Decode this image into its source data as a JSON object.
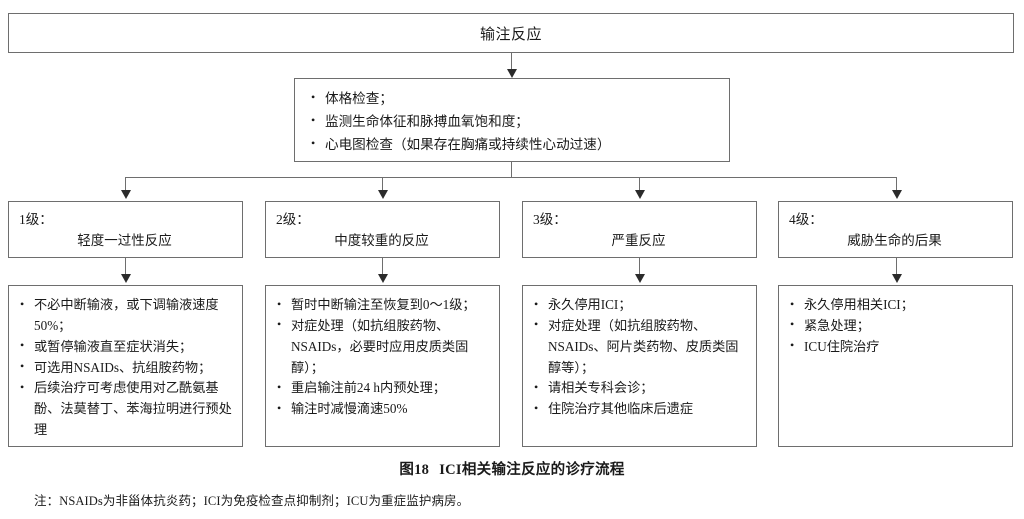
{
  "figure": {
    "root": {
      "title": "输注反应"
    },
    "assessment": {
      "items": [
        "体格检查；",
        "监测生命体征和脉搏血氧饱和度；",
        "心电图检查（如果存在胸痛或持续性心动过速）"
      ]
    },
    "grades": [
      {
        "label": "1级：",
        "desc": "轻度一过性反应"
      },
      {
        "label": "2级：",
        "desc": "中度较重的反应"
      },
      {
        "label": "3级：",
        "desc": "严重反应"
      },
      {
        "label": "4级：",
        "desc": "威胁生命的后果"
      }
    ],
    "details": [
      {
        "items": [
          "不必中断输液，或下调输液速度50%；",
          "或暂停输液直至症状消失；",
          "可选用NSAIDs、抗组胺药物；",
          "后续治疗可考虑使用对乙酰氨基酚、法莫替丁、苯海拉明进行预处理"
        ]
      },
      {
        "items": [
          "暂时中断输注至恢复到0～1级；",
          "对症处理（如抗组胺药物、NSAIDs，必要时应用皮质类固醇）；",
          "重启输注前24 h内预处理；",
          "输注时减慢滴速50%"
        ]
      },
      {
        "items": [
          "永久停用ICI；",
          "对症处理（如抗组胺药物、NSAIDs、阿片类药物、皮质类固醇等）；",
          "请相关专科会诊；",
          "住院治疗其他临床后遗症"
        ]
      },
      {
        "items": [
          "永久停用相关ICI；",
          "紧急处理；",
          "ICU住院治疗"
        ]
      }
    ],
    "caption": {
      "number": "图18",
      "text": "ICI相关输注反应的诊疗流程"
    },
    "footnote": "注：NSAIDs为非甾体抗炎药；ICI为免疫检查点抑制剂；ICU为重症监护病房。"
  },
  "colors": {
    "box_border": "#6e6e6e",
    "connector": "#6e6e6e",
    "arrow": "#2b2b2b",
    "text": "#1a1a1a",
    "background": "#ffffff"
  }
}
